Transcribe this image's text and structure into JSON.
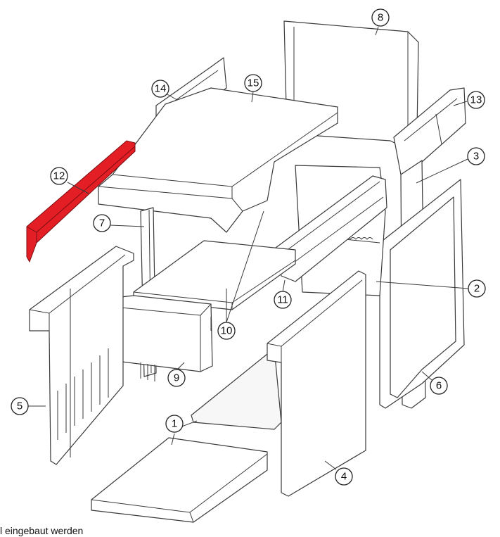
{
  "highlight_color": "#e31e24",
  "caption": "l eingebaut werden",
  "callouts": [
    {
      "id": "1",
      "label": "1"
    },
    {
      "id": "2",
      "label": "2"
    },
    {
      "id": "3",
      "label": "3"
    },
    {
      "id": "4",
      "label": "4"
    },
    {
      "id": "5",
      "label": "5"
    },
    {
      "id": "6",
      "label": "6"
    },
    {
      "id": "7",
      "label": "7"
    },
    {
      "id": "8",
      "label": "8"
    },
    {
      "id": "9",
      "label": "9"
    },
    {
      "id": "10",
      "label": "10"
    },
    {
      "id": "11",
      "label": "11"
    },
    {
      "id": "12",
      "label": "12"
    },
    {
      "id": "13",
      "label": "13"
    },
    {
      "id": "14",
      "label": "14"
    },
    {
      "id": "15",
      "label": "15"
    }
  ]
}
